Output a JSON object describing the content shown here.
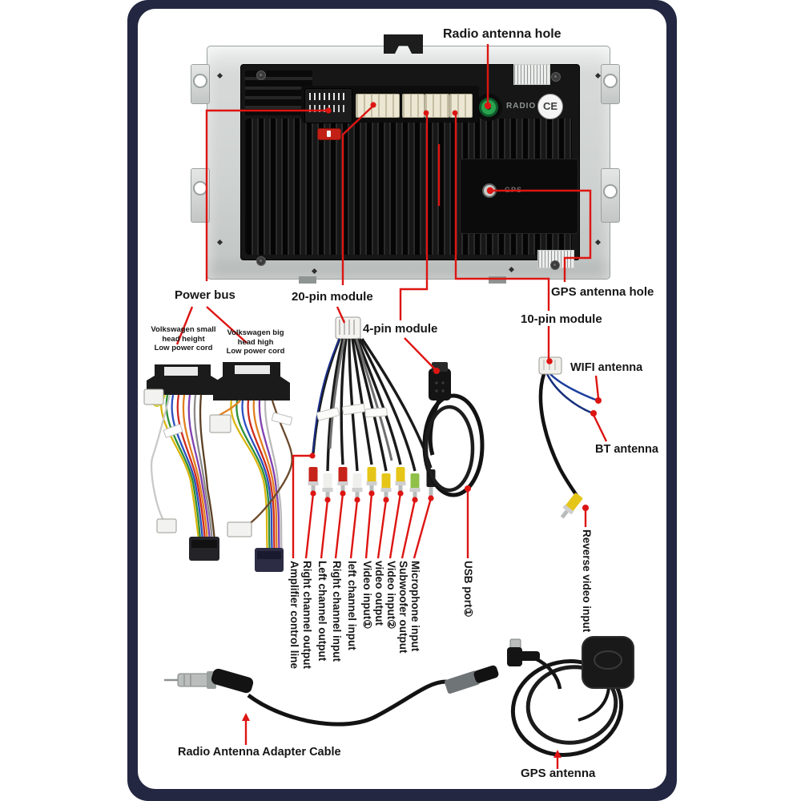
{
  "frame": {
    "navy": "#232741",
    "card_bg": "#ffffff",
    "accent_red": "#dd1512"
  },
  "device": {
    "radio_text": "RADIO",
    "ce_text": "CE",
    "gps_text": "GPS"
  },
  "callouts": {
    "radio_antenna_hole": "Radio antenna hole",
    "power_bus": "Power bus",
    "module_20pin": "20-pin module",
    "module_4pin": "4-pin module",
    "gps_antenna_hole": "GPS antenna hole",
    "module_10pin": "10-pin module",
    "vw_small": [
      "Volkswagen small",
      "head height",
      "Low power cord"
    ],
    "vw_big": [
      "Volkswagen big",
      "head high",
      "Low power cord"
    ],
    "wifi_antenna": "WIFI antenna",
    "bt_antenna": "BT antenna",
    "reverse_video": "Reverse video input",
    "usb_port": "USB port①",
    "rca_labels": [
      "Amplifier control line",
      "Right channel output",
      "Left channel output",
      "Right channel input",
      "left channel input",
      "Video input①",
      "video output",
      "Video input②",
      "Subwoofer output",
      "Microphone input"
    ],
    "radio_adapter": "Radio Antenna Adapter Cable",
    "gps_antenna": "GPS antenna"
  }
}
